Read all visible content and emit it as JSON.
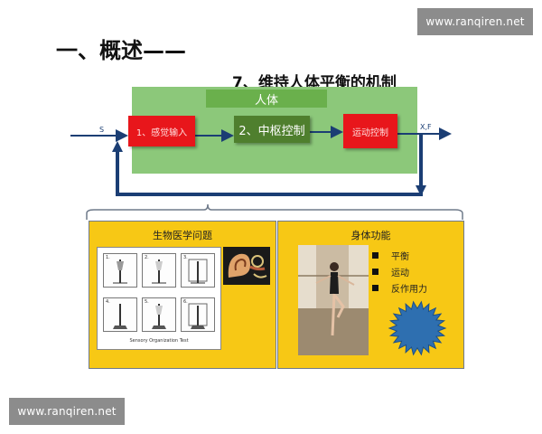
{
  "watermark_top": "www.ranqiren.net",
  "watermark_bottom": "www.ranqiren.net",
  "title": "一、概述——",
  "subtitle": "7、维持人体平衡的机制",
  "diagram": {
    "body_label": "人体",
    "input_signal": "S",
    "output_signal": "X,F",
    "sensory_input": "1、感觉输入",
    "central_control": "2、中枢控制",
    "motor_control": "运动控制"
  },
  "left_panel": {
    "title": "生物医学问题",
    "sheet_caption": "Sensory Organization Test",
    "cells": [
      "1.",
      "2.",
      "3.",
      "4.",
      "5.",
      "6."
    ]
  },
  "right_panel": {
    "title": "身体功能",
    "functions": [
      "平衡",
      "运动",
      "反作用力"
    ]
  },
  "colors": {
    "slide_bg": "#ffffff",
    "green_area": "#8cc87a",
    "body_label": "#6ab04c",
    "red_box": "#e8161b",
    "central_box": "#4f7f2e",
    "panel_yellow": "#f7c815",
    "arrow_blue": "#1b3e74",
    "starburst": "#2e6fb0"
  }
}
